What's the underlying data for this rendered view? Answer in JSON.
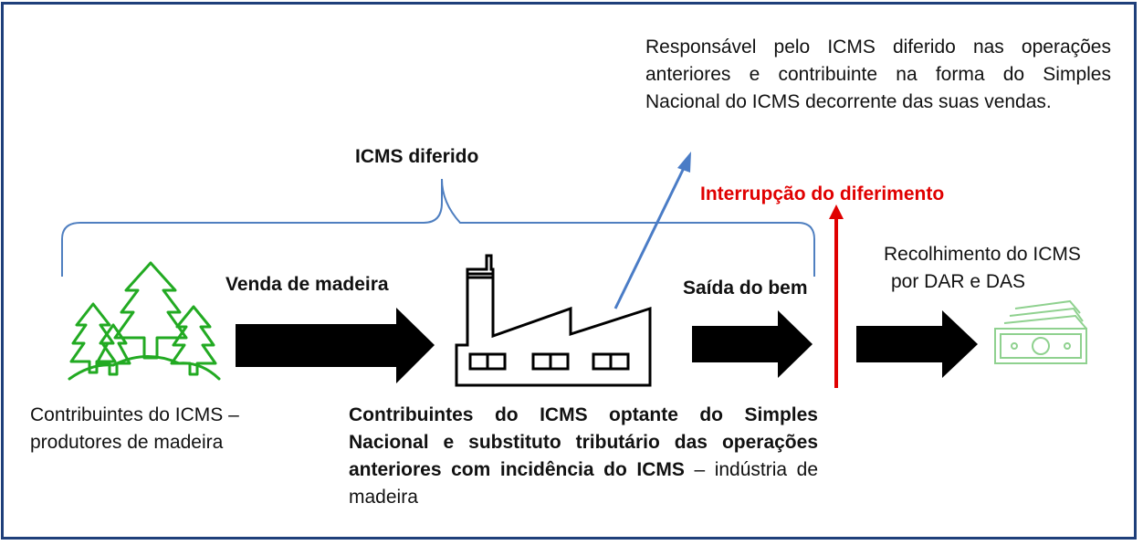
{
  "brace_label": "ICMS diferido",
  "responsavel_note": "Responsável pelo ICMS diferido nas operações anteriores e contribuinte na forma do Simples Nacional do ICMS decorrente das suas vendas.",
  "interrupcao_label": "Interrupção do diferimento",
  "recolhimento_label_line1": "Recolhimento do ICMS",
  "recolhimento_label_line2": "por DAR e DAS",
  "venda_label": "Venda de madeira",
  "saida_label": "Saída do bem",
  "produtores_caption": "Contribuintes do ICMS – produtores de madeira",
  "industria_caption_bold": "Contribuintes do ICMS optante do Simples Nacional e substituto tributário das operações anteriores com incidência do ICMS",
  "industria_caption_rest": " – indústria de madeira",
  "colors": {
    "frame": "#1f3f7a",
    "brace": "#4f7fc0",
    "pointer_arrow": "#4a7cc6",
    "interruption": "#e00000",
    "trees": "#22aa22",
    "money": "#8fd18f",
    "process_arrow": "#000000"
  },
  "icons": [
    "tree-cluster-icon",
    "factory-icon",
    "money-bills-icon"
  ]
}
